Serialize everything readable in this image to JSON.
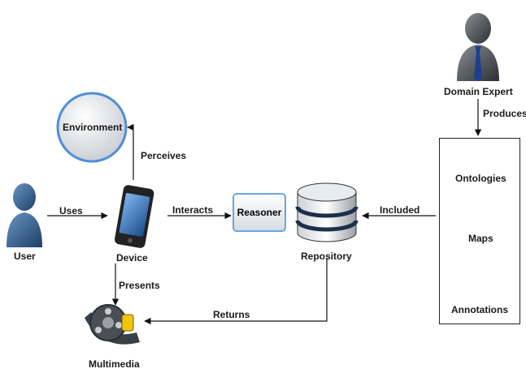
{
  "nodes": {
    "domain_expert": "Domain Expert",
    "environment": "Environment",
    "user": "User",
    "device": "Device",
    "reasoner": "Reasoner",
    "repository": "Repository",
    "multimedia": "Multimedia",
    "ontologies": "Ontologies",
    "maps": "Maps",
    "annotations": "Annotations"
  },
  "edges": {
    "produces": "Produces",
    "perceives": "Perceives",
    "uses": "Uses",
    "interacts": "Interacts",
    "included": "Included",
    "presents": "Presents",
    "returns": "Returns"
  }
}
